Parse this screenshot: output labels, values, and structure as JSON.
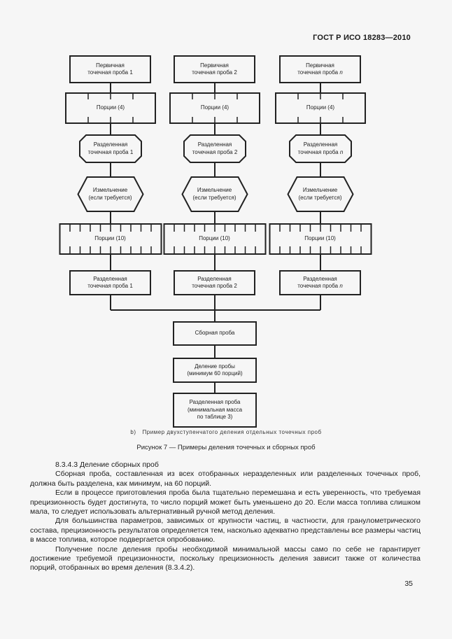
{
  "page": {
    "header_title": "ГОСТ Р ИСО 18283—2010",
    "page_number": "35"
  },
  "diagram": {
    "primary_l1": "Первичная",
    "primary_l2": "точечная проба",
    "portions4": "Порции (4)",
    "divided_l1": "Разделенная",
    "divided_l2": "точечная проба",
    "crush_l1": "Измельчение",
    "crush_l2": "(если требуется)",
    "portions10": "Порции (10)",
    "ids": [
      "1",
      "2",
      "n"
    ],
    "combined": "Сборная проба",
    "division_l1": "Деление пробы",
    "division_l2": "(минимум 60 порций)",
    "final_l1": "Разделенная проба",
    "final_l2": "(минимальная масса",
    "final_l3": "по таблице 3)"
  },
  "captions": {
    "item_label": "b)",
    "item_text": "Пример двухступенчатого деления отдельных точечных проб",
    "figure_caption": "Рисунок 7 — Примеры деления точечных и сборных проб"
  },
  "body": {
    "heading": "8.3.4.3 Деление сборных проб",
    "paragraphs": [
      "Сборная проба, составленная из всех отобранных неразделенных или разделенных точечных проб, должна быть разделена, как минимум, на 60 порций.",
      "Если в процессе приготовления проба была тщательно перемешана и есть уверенность, что требуемая прецизионность будет достигнута, то число порций может быть уменьшено до 20. Если масса топлива слишком мала, то следует использовать альтернативный ручной метод деления.",
      "Для большинства параметров, зависимых от крупности частиц, в частности, для гранулометрического состава, прецизионность результатов определяется тем, насколько адекватно представлены все размеры частиц в массе топлива, которое подвергается опробованию.",
      "Получение после деления пробы необходимой минимальной массы само по себе не гарантирует достижение требуемой прецизионности, поскольку прецизионность деления зависит также от количества порций, отобранных во время деления (8.3.4.2)."
    ]
  }
}
